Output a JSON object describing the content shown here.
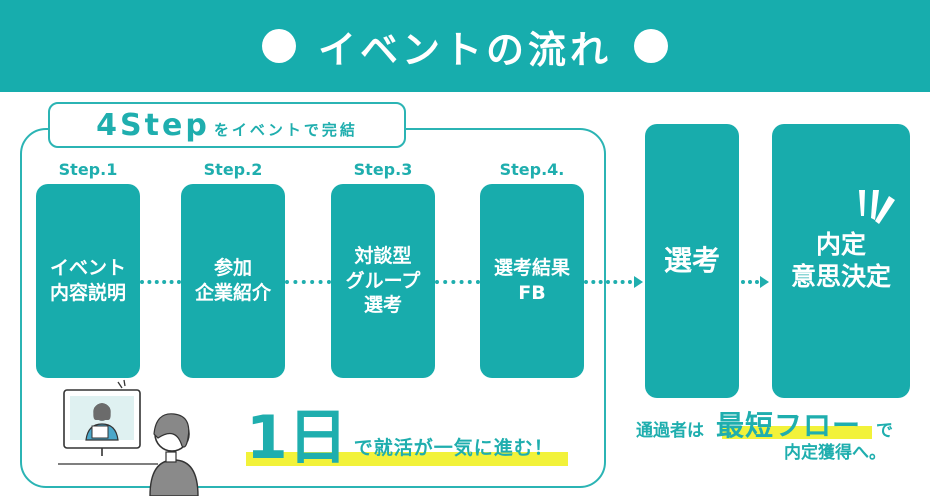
{
  "header": {
    "title": "イベントの流れ"
  },
  "tag": {
    "big": "4Step",
    "small": "をイベントで完結"
  },
  "steps": [
    {
      "label": "Step.1",
      "text": "イベント\n内容説明"
    },
    {
      "label": "Step.2",
      "text": "参加\n企業紹介"
    },
    {
      "label": "Step.3",
      "text": "対談型\nグループ\n選考"
    },
    {
      "label": "Step.4.",
      "text": "選考結果\nFB"
    }
  ],
  "selection": {
    "text": "選考"
  },
  "offer": {
    "text": "内定\n意思決定"
  },
  "oneday": {
    "num": "1日",
    "text": "で就活が一気に進む！"
  },
  "note": {
    "pre": "通過者は",
    "highlight": "最短フロー",
    "post": "で",
    "line2": "内定獲得へ。"
  },
  "colors": {
    "teal": "#17adad",
    "yellow": "#f2f23a"
  }
}
